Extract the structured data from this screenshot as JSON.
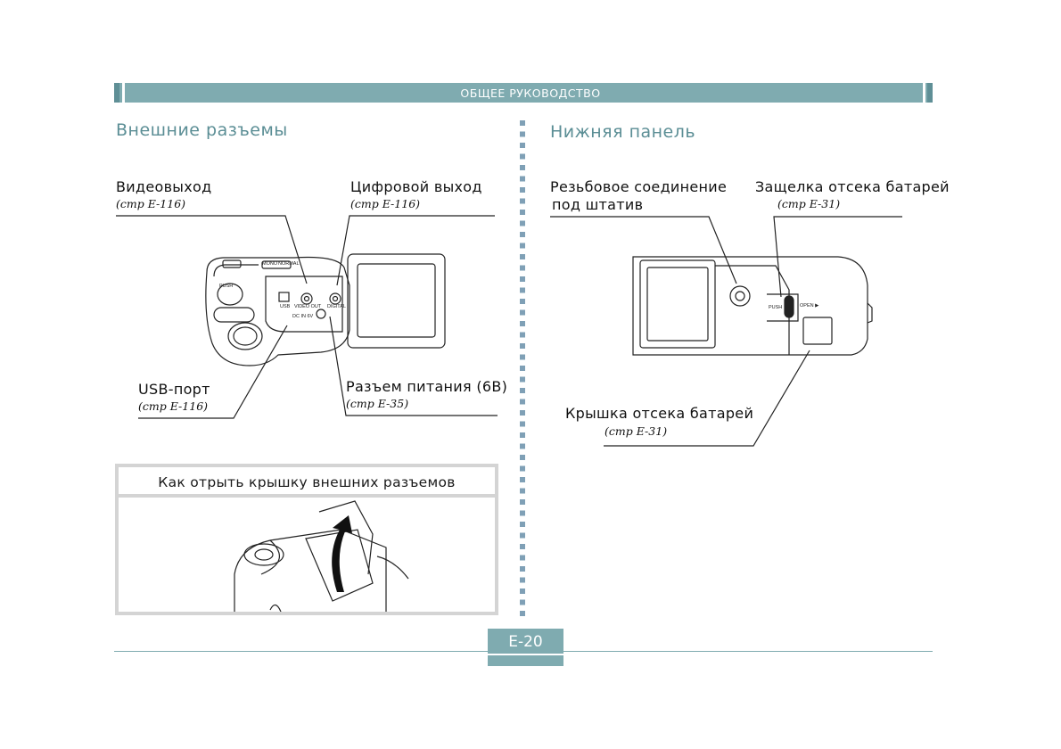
{
  "header": {
    "title": "ОБЩЕЕ РУКОВОДСТВО"
  },
  "left": {
    "title": "Внешние разъемы",
    "video_out": {
      "label": "Видеовыход",
      "ref": "(стр E-116)"
    },
    "digital_out": {
      "label": "Цифровой выход",
      "ref": "(стр E-116)"
    },
    "usb": {
      "label": "USB-порт",
      "ref": "(стр E-116)"
    },
    "power": {
      "label": "Разъем питания (6В)",
      "ref": "(стр E-35)"
    },
    "panel_text": {
      "mono": "MONO",
      "normal": "NORMAL",
      "push": "PUSH",
      "usb": "USB",
      "video_out": "VIDEO OUT",
      "digital": "DIGITAL",
      "dc_in": "DC IN 6V"
    },
    "caption": {
      "title": "Как отрыть крышку внешних разъемов"
    }
  },
  "right": {
    "title": "Нижняя панель",
    "tripod": {
      "label_line1": "Резьбовое соединение",
      "label_line2": "под штатив"
    },
    "latch": {
      "label": "Защелка отсека батарей",
      "ref": "(стр E-31)"
    },
    "cover": {
      "label": "Крышка отсека батарей",
      "ref": "(стр E-31)"
    },
    "latch_text": {
      "push": "PUSH",
      "open": "OPEN ▶"
    }
  },
  "footer": {
    "page": "E-20"
  }
}
